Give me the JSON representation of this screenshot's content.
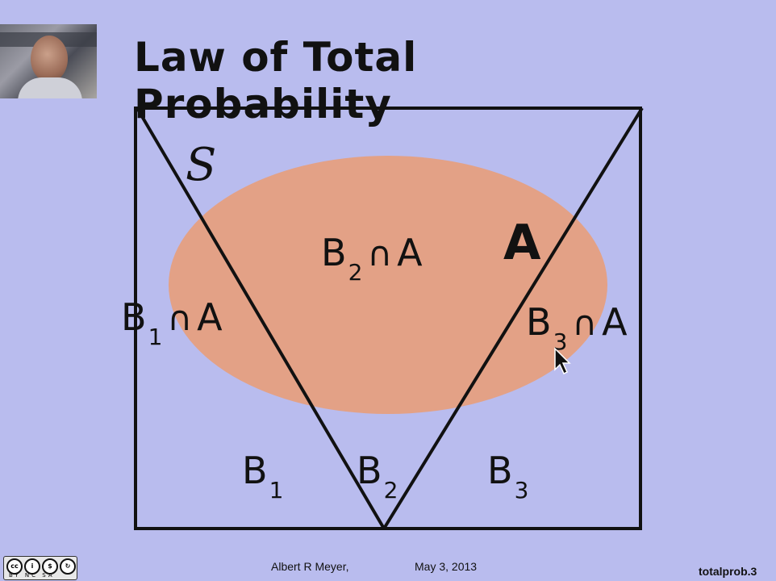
{
  "slide": {
    "title": "Law of Total Probability",
    "labels": {
      "set_s": "S",
      "set_a": "A",
      "b1_cap_a": {
        "base": "B",
        "sub": "1",
        "op": "∩",
        "set": "A"
      },
      "b2_cap_a": {
        "base": "B",
        "sub": "2",
        "op": "∩",
        "set": "A"
      },
      "b3_cap_a": {
        "base": "B",
        "sub": "3",
        "op": "∩",
        "set": "A"
      },
      "b1": {
        "base": "B",
        "sub": "1"
      },
      "b2": {
        "base": "B",
        "sub": "2"
      },
      "b3": {
        "base": "B",
        "sub": "3"
      }
    },
    "colors": {
      "background": "#b9bcee",
      "ellipse_fill": "#e3a186",
      "lines": "#111111"
    }
  },
  "footer": {
    "author": "Albert R Meyer,",
    "date": "May 3, 2013",
    "slide_id": "totalprob.3",
    "license_badge": "BY NC SA"
  },
  "icons": {
    "webcam": "presenter-webcam",
    "cursor": "arrow-cursor-icon",
    "license": "creative-commons-icon"
  }
}
